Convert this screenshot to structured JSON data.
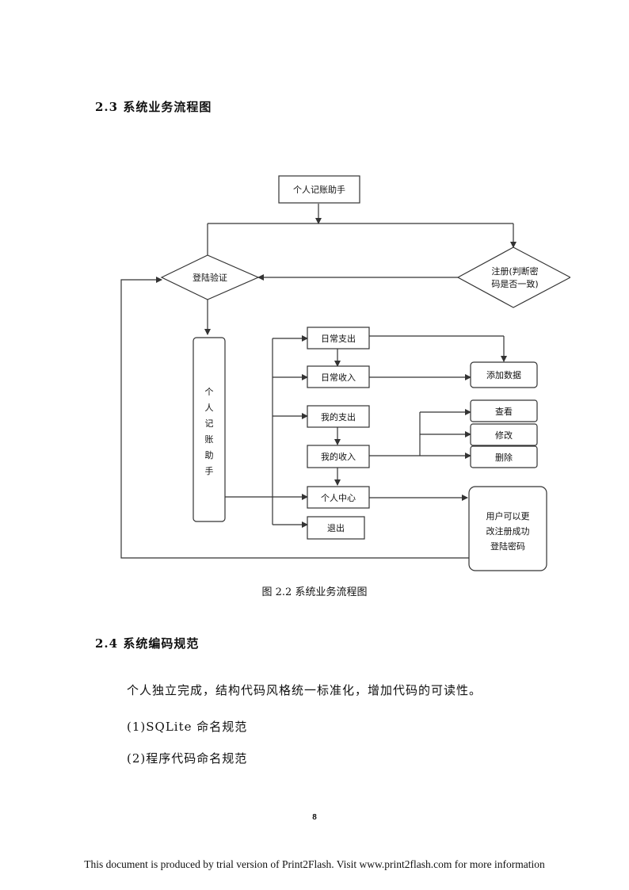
{
  "section_23": {
    "heading": "2.3 系统业务流程图"
  },
  "flowchart": {
    "title_box": "个人记账助手",
    "login": "登陆验证",
    "register_line1": "注册(判断密",
    "register_line2": "码是否一致)",
    "side_title": [
      "个",
      "人",
      "记",
      "账",
      "助",
      "手"
    ],
    "daily_expense": "日常支出",
    "daily_income": "日常收入",
    "add_data": "添加数据",
    "my_expense": "我的支出",
    "my_income": "我的收入",
    "view": "查看",
    "modify": "修改",
    "delete": "删除",
    "personal_center": "个人中心",
    "logout": "退出",
    "user_note": [
      "用户可以更",
      "改注册成功",
      "登陆密码"
    ]
  },
  "figure_caption": "图 2.2  系统业务流程图",
  "section_24": {
    "heading": "2.4 系统编码规范",
    "paragraphs": [
      "个人独立完成，结构代码风格统一标准化，增加代码的可读性。",
      "(1)SQLite 命名规范",
      "(2)程序代码命名规范"
    ]
  },
  "page_number": "8",
  "footer": "This document is produced by trial version of Print2Flash. Visit www.print2flash.com for more information"
}
